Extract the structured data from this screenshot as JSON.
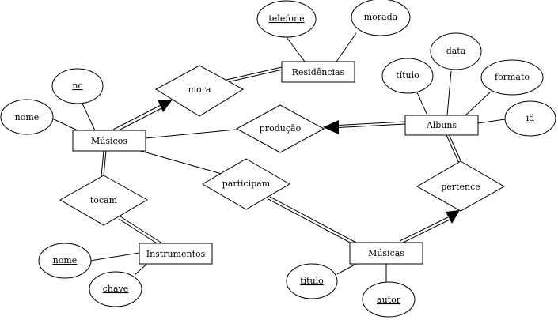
{
  "entities": {
    "musicos": "Músicos",
    "residencias": "Residências",
    "albuns": "Albuns",
    "instrumentos": "Instrumentos",
    "musicas": "Músicas"
  },
  "relationships": {
    "mora": "mora",
    "producao": "produção",
    "participam": "participam",
    "tocam": "tocam",
    "pertence": "pertence"
  },
  "attributes": {
    "musicos_nc": "nc",
    "musicos_nome": "nome",
    "residencias_telefone": "telefone",
    "residencias_morada": "morada",
    "albuns_titulo": "título",
    "albuns_data": "data",
    "albuns_formato": "formato",
    "albuns_id": "id",
    "instrumentos_nome": "nome",
    "instrumentos_chave": "chave",
    "musicas_titulo": "título",
    "musicas_autor": "autor"
  },
  "key_attributes": [
    "musicos_nc",
    "residencias_telefone",
    "albuns_id",
    "instrumentos_nome",
    "instrumentos_chave",
    "musicas_titulo",
    "musicas_autor"
  ]
}
